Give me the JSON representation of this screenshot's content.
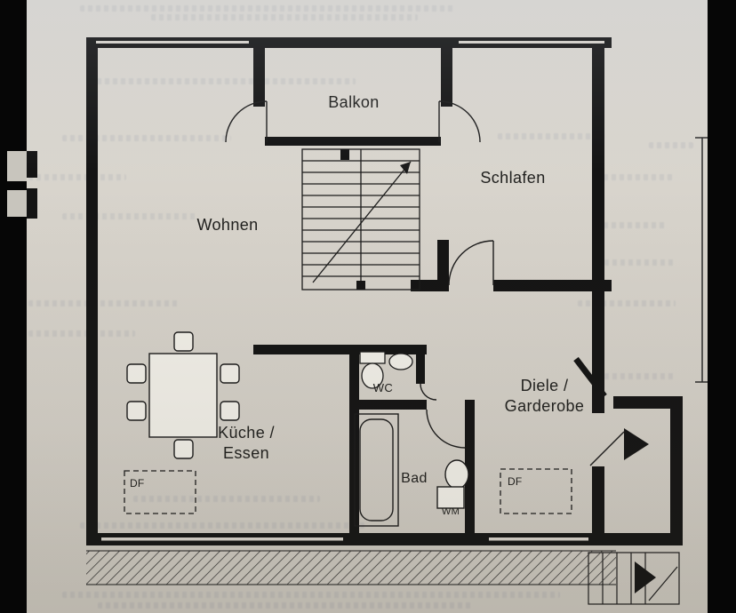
{
  "image": {
    "type": "apartment floor plan photographed on paper"
  },
  "rooms": {
    "balkon": {
      "label": "Balkon"
    },
    "wohnen": {
      "label": "Wohnen"
    },
    "schlafen": {
      "label": "Schlafen"
    },
    "kueche": {
      "label_line1": "Küche /",
      "label_line2": "Essen"
    },
    "wc": {
      "label": "WC"
    },
    "bad": {
      "label": "Bad"
    },
    "diele": {
      "label_line1": "Diele /",
      "label_line2": "Garderobe"
    }
  },
  "annotations": {
    "wm": "WM",
    "df_left": "DF",
    "df_right": "DF"
  },
  "colors": {
    "paper": "#d8d4cc",
    "ink": "#161616",
    "frame_bars": "#060606"
  }
}
